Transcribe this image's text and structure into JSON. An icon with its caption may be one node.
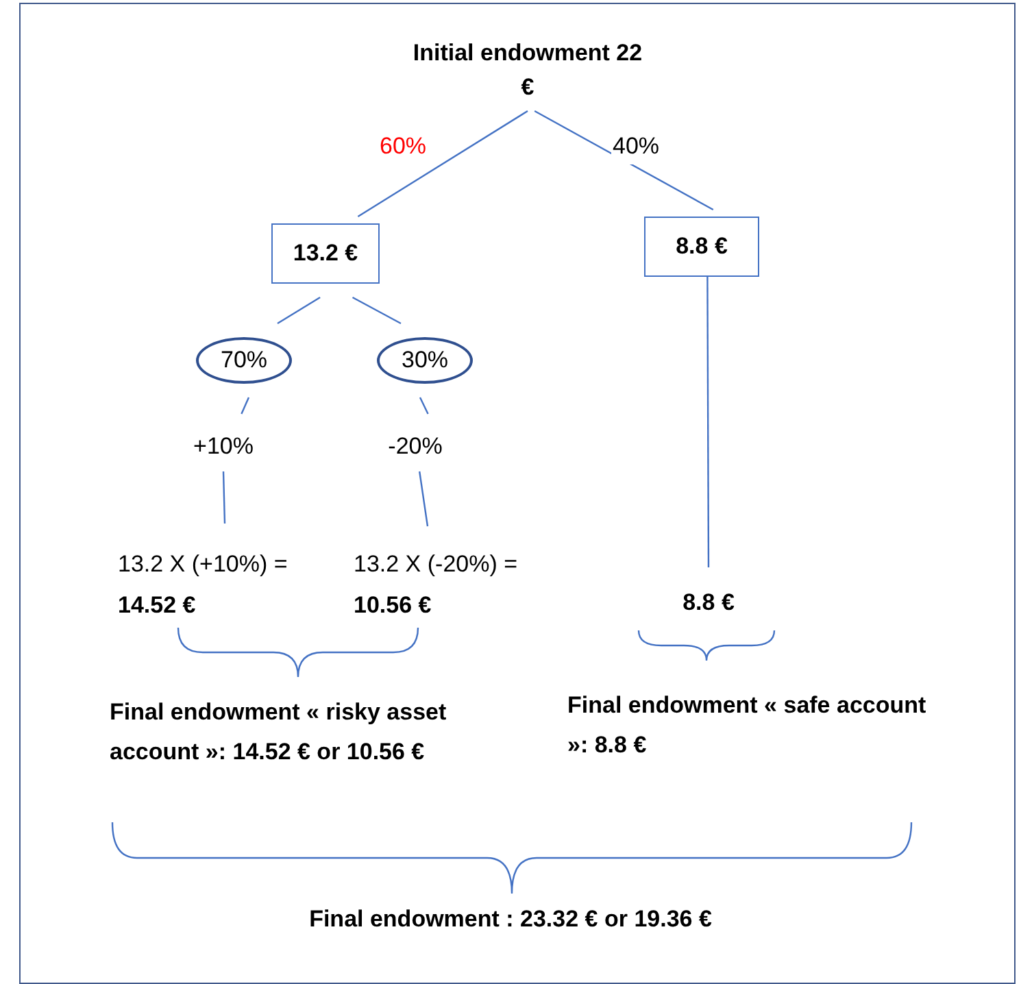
{
  "diagram": {
    "nodes": [
      {
        "text": [
          "Initial endowment 22 €"
        ]
      },
      {
        "text": [
          "13.2 €"
        ]
      },
      {
        "text": [
          "8.8 €"
        ]
      },
      {
        "text": [
          "70%"
        ]
      },
      {
        "text": [
          "30%"
        ]
      },
      {
        "text": [
          "+10%"
        ]
      },
      {
        "text": [
          "-20%"
        ]
      },
      {
        "text": [
          "13.2 X (+10%) = **14.52 €**"
        ]
      },
      {
        "text": [
          "13.2 X (-20%) = **10.56 €**"
        ]
      },
      {
        "text": [
          "8.8 €"
        ]
      }
    ],
    "edges": [
      {
        "from": 0,
        "to": 1,
        "arrow": "none",
        "label": "60%"
      },
      {
        "from": 0,
        "to": 2,
        "arrow": "none",
        "label": "40%"
      },
      {
        "from": 1,
        "to": 3,
        "arrow": "none"
      },
      {
        "from": 1,
        "to": 4,
        "arrow": "none"
      },
      {
        "from": 3,
        "to": 5,
        "arrow": "none"
      },
      {
        "from": 4,
        "to": 6,
        "arrow": "none"
      },
      {
        "from": 5,
        "to": 7,
        "arrow": "none"
      },
      {
        "from": 6,
        "to": 8,
        "arrow": "none"
      },
      {
        "from": 2,
        "to": 9,
        "arrow": "none"
      }
    ],
    "labels": [
      "Final endowment « risky asset account »: 14.52 € or 10.56 €",
      "Final endowment « safe account »: 8.8 €",
      "Final endowment : 23.32 € or 19.36 €"
    ]
  }
}
